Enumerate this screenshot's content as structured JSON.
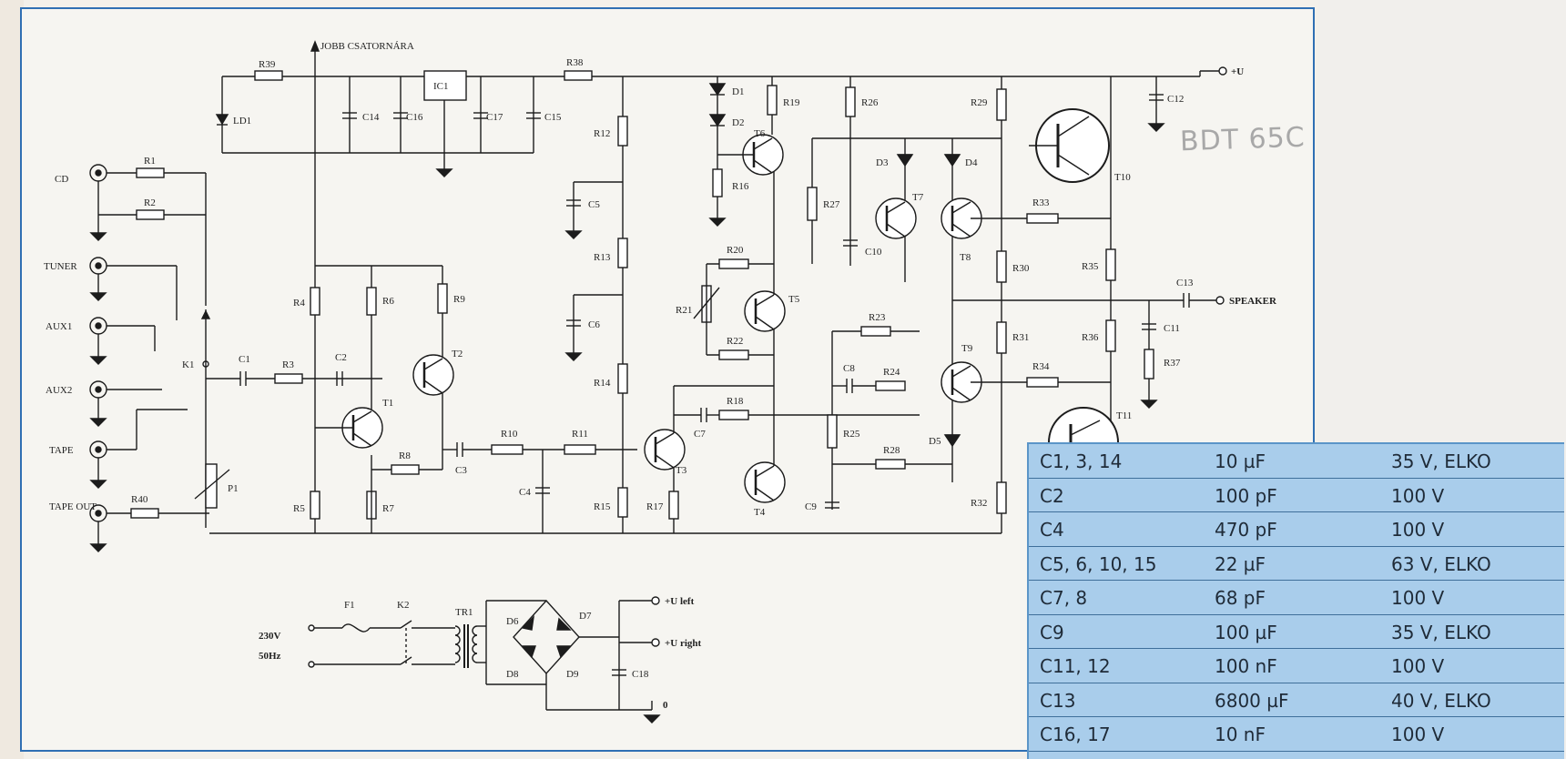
{
  "schematic": {
    "top_label": "JOBB CSATORNÁRA",
    "plus_u": "+U",
    "speaker": "SPEAKER",
    "power_in": [
      "230V",
      "50Hz"
    ],
    "u_left": "+U left",
    "u_right": "+U right",
    "ground": "0",
    "inputs": [
      "CD",
      "TUNER",
      "AUX1",
      "AUX2",
      "TAPE",
      "TAPE OUT"
    ],
    "resistors": [
      "R1",
      "R2",
      "R3",
      "R4",
      "R5",
      "R6",
      "R7",
      "R8",
      "R9",
      "R10",
      "R11",
      "R12",
      "R13",
      "R14",
      "R15",
      "R16",
      "R17",
      "R18",
      "R19",
      "R20",
      "R21",
      "R22",
      "R23",
      "R24",
      "R25",
      "R26",
      "R27",
      "R28",
      "R29",
      "R30",
      "R31",
      "R32",
      "R33",
      "R34",
      "R35",
      "R36",
      "R37",
      "R38",
      "R39",
      "R40"
    ],
    "capacitors": [
      "C1",
      "C2",
      "C3",
      "C4",
      "C5",
      "C6",
      "C7",
      "C8",
      "C9",
      "C10",
      "C11",
      "C12",
      "C13",
      "C14",
      "C15",
      "C16",
      "C17",
      "C18"
    ],
    "transistors": [
      "T1",
      "T2",
      "T3",
      "T4",
      "T5",
      "T6",
      "T7",
      "T8",
      "T9",
      "T10",
      "T11"
    ],
    "diodes": [
      "D1",
      "D2",
      "D3",
      "D4",
      "D5",
      "D6",
      "D7",
      "D8",
      "D9"
    ],
    "misc": [
      "IC1",
      "LD1",
      "K1",
      "K2",
      "F1",
      "TR1",
      "P1"
    ]
  },
  "handwritten_note": "BDT 65C",
  "parts_table": [
    {
      "ref": "C1, 3, 14",
      "value": "10 µF",
      "rating": "35 V, ELKO"
    },
    {
      "ref": "C2",
      "value": "100 pF",
      "rating": "100 V"
    },
    {
      "ref": "C4",
      "value": "470 pF",
      "rating": "100 V"
    },
    {
      "ref": "C5, 6, 10, 15",
      "value": "22 µF",
      "rating": "63 V, ELKO"
    },
    {
      "ref": "C7, 8",
      "value": "68 pF",
      "rating": "100 V"
    },
    {
      "ref": "C9",
      "value": "100 µF",
      "rating": "35 V, ELKO"
    },
    {
      "ref": "C11, 12",
      "value": "100 nF",
      "rating": "100 V"
    },
    {
      "ref": "C13",
      "value": "6800 µF",
      "rating": "40 V, ELKO"
    },
    {
      "ref": "C16, 17",
      "value": "10 nF",
      "rating": "100 V"
    }
  ]
}
